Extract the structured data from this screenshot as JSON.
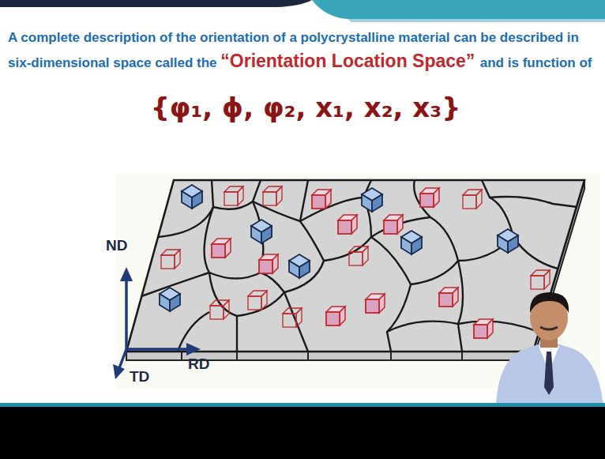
{
  "diagram": {
    "labels": [
      "A complete description of the orientation of a polycrystalline material can be described in six-dimensional space called the",
      "“Orientation Location Space”",
      "and is function of",
      "{φ₁, ϕ, φ₂, x₁, x₂, x₃}",
      "ND",
      "TD",
      "RD"
    ]
  }
}
